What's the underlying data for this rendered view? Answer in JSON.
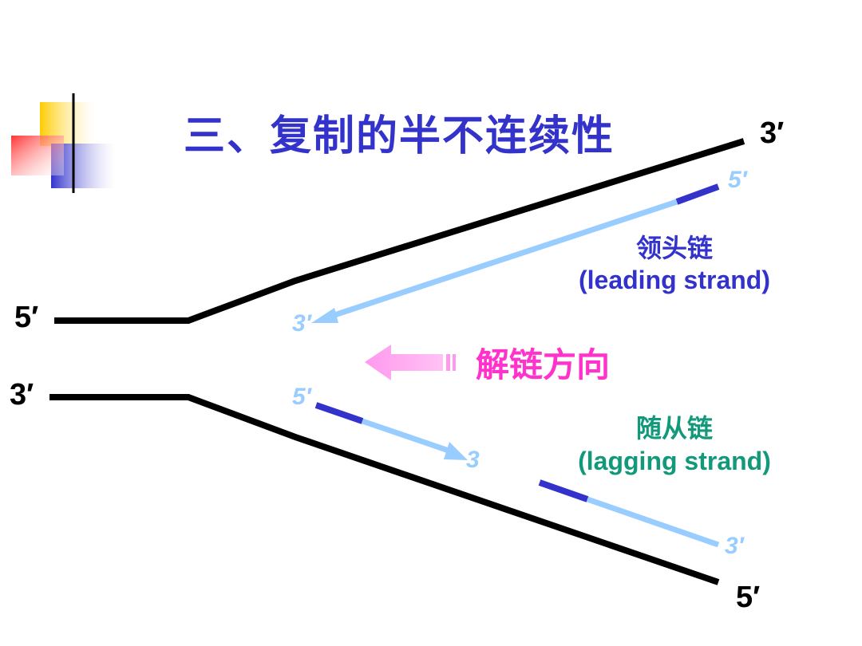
{
  "title": "三、复制的半不连续性",
  "template_ends": {
    "top_left": "5′",
    "bottom_left": "3′",
    "top_right": "3′",
    "bottom_right": "5′"
  },
  "new_strand_ends": {
    "leading_5": "5′",
    "leading_3": "3′",
    "lagging1_5": "5′",
    "lagging1_3": "3",
    "lagging2_3": "3′"
  },
  "leading_strand": {
    "label_cn": "领头链",
    "label_en": "(leading strand)"
  },
  "lagging_strand": {
    "label_cn": "随从链",
    "label_en": "(lagging strand)"
  },
  "unwinding": {
    "label": "解链方向"
  },
  "colors": {
    "title": "#3333cc",
    "template": "#000000",
    "new_strand": "#99ccff",
    "primer": "#3333cc",
    "leading_label": "#3333cc",
    "lagging_label": "#11997a",
    "unwinding": "#ff33cc",
    "arrow_fill": "#ff99ee"
  }
}
